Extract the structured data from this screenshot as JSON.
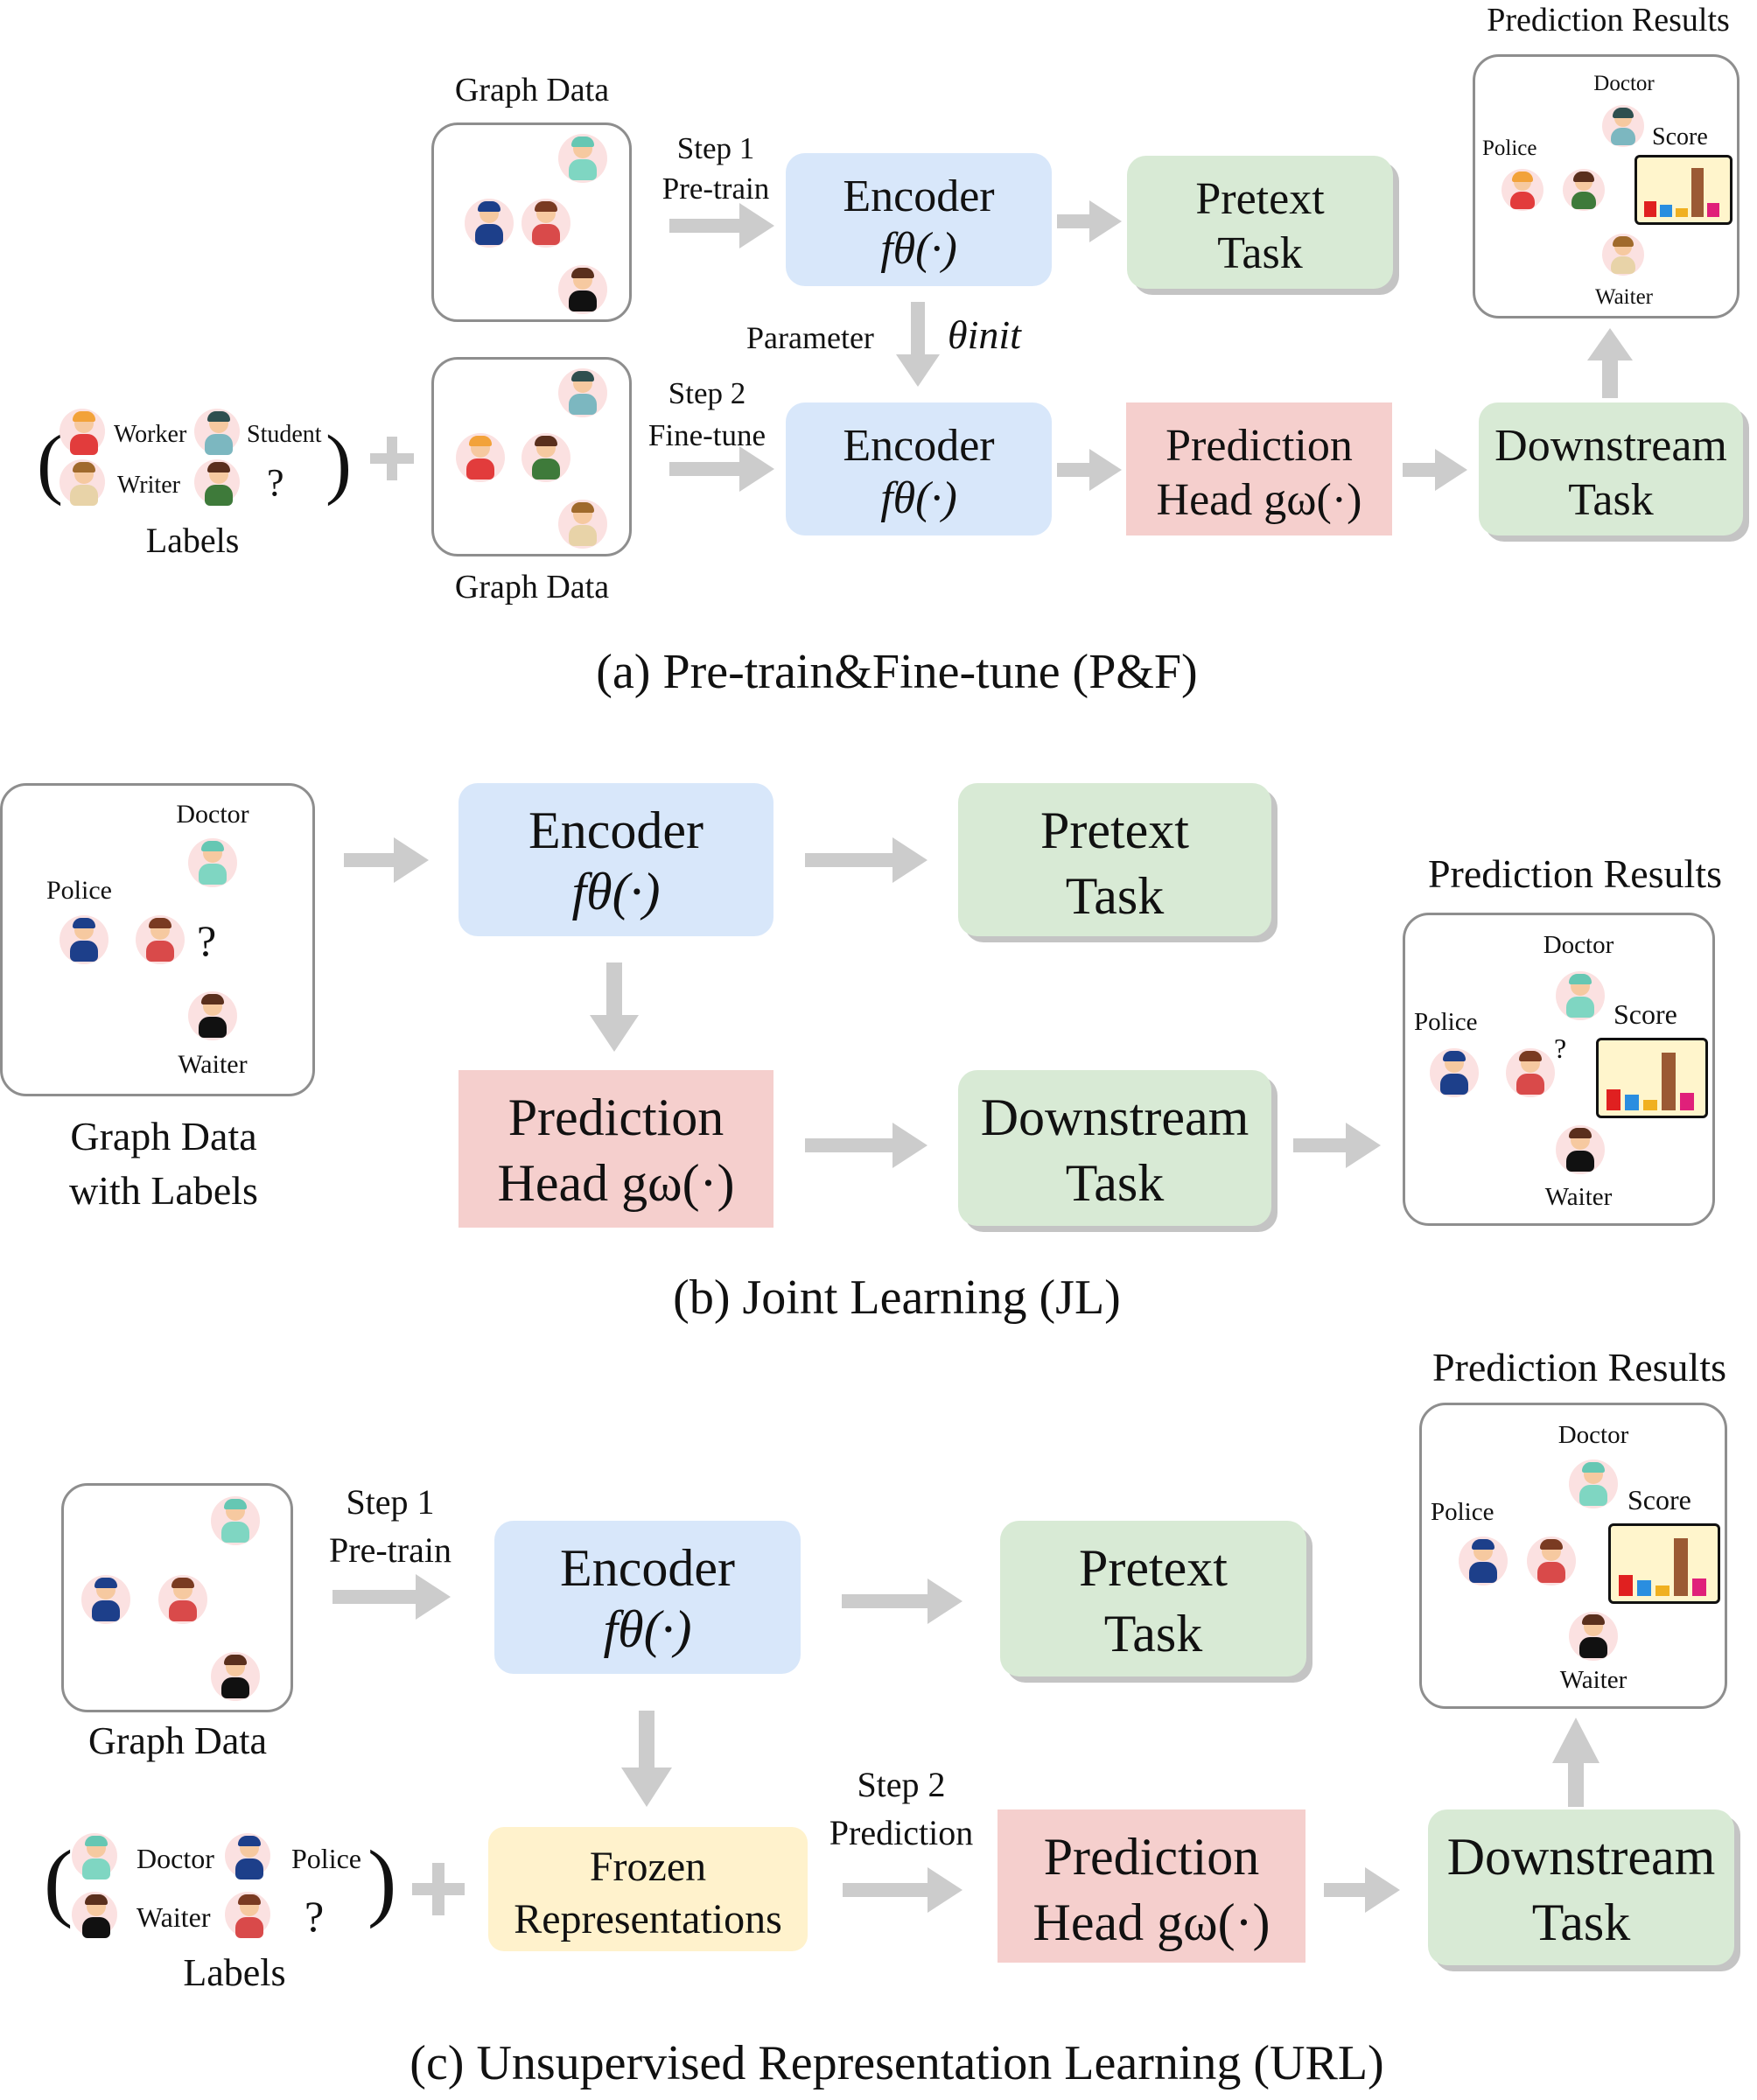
{
  "colors": {
    "encoder": "#d8e7fa",
    "task_green": "#d8ead5",
    "prediction_pink": "#f5cfcd",
    "frozen_yellow": "#fff2cc",
    "arrow_gray": "#cccccc",
    "graph_border": "#8e8e8e"
  },
  "panel_a": {
    "caption": "(a)  Pre-train&Fine-tune (P&F)",
    "graph_data_top": "Graph Data",
    "graph_data_bottom": "Graph Data",
    "step1": "Step 1",
    "pretrain": "Pre-train",
    "step2": "Step 2",
    "finetune": "Fine-tune",
    "encoder_top": "Encoder",
    "encoder_top_fn": "fθ(·)",
    "pretext_1": "Pretext",
    "pretext_2": "Task",
    "parameter": "Parameter",
    "theta_init": "θinit",
    "encoder_bottom": "Encoder",
    "encoder_bottom_fn": "fθ(·)",
    "pred_head_1": "Prediction",
    "pred_head_2": "Head gω(·)",
    "downstream_1": "Downstream",
    "downstream_2": "Task",
    "prediction_results": "Prediction Results",
    "result_doctor": "Doctor",
    "result_police": "Police",
    "result_score": "Score",
    "result_waiter": "Waiter",
    "labels_worker": "Worker",
    "labels_student": "Student",
    "labels_writer": "Writer",
    "labels_question": "?",
    "labels_caption": "Labels",
    "paren_open": "(",
    "paren_close": ")",
    "plus": "+"
  },
  "panel_b": {
    "caption": "(b)  Joint Learning (JL)",
    "graph_doctor": "Doctor",
    "graph_police": "Police",
    "graph_waiter": "Waiter",
    "graph_question": "?",
    "graph_caption_1": "Graph Data",
    "graph_caption_2": "with Labels",
    "encoder": "Encoder",
    "encoder_fn": "fθ(·)",
    "pretext_1": "Pretext",
    "pretext_2": "Task",
    "pred_head_1": "Prediction",
    "pred_head_2": "Head gω(·)",
    "downstream_1": "Downstream",
    "downstream_2": "Task",
    "prediction_results": "Prediction Results",
    "result_doctor": "Doctor",
    "result_police": "Police",
    "result_score": "Score",
    "result_waiter": "Waiter",
    "result_question": "?"
  },
  "panel_c": {
    "caption": "(c)  Unsupervised Representation Learning (URL)",
    "graph_data": "Graph Data",
    "step1": "Step 1",
    "pretrain": "Pre-train",
    "encoder": "Encoder",
    "encoder_fn": "fθ(·)",
    "pretext_1": "Pretext",
    "pretext_2": "Task",
    "frozen_1": "Frozen",
    "frozen_2": "Representations",
    "step2": "Step 2",
    "prediction": "Prediction",
    "pred_head_1": "Prediction",
    "pred_head_2": "Head gω(·)",
    "downstream_1": "Downstream",
    "downstream_2": "Task",
    "prediction_results": "Prediction Results",
    "result_doctor": "Doctor",
    "result_police": "Police",
    "result_score": "Score",
    "result_waiter": "Waiter",
    "labels_doctor": "Doctor",
    "labels_police": "Police",
    "labels_waiter": "Waiter",
    "labels_question": "?",
    "labels_caption": "Labels",
    "paren_open": "(",
    "paren_close": ")",
    "plus": "+"
  }
}
